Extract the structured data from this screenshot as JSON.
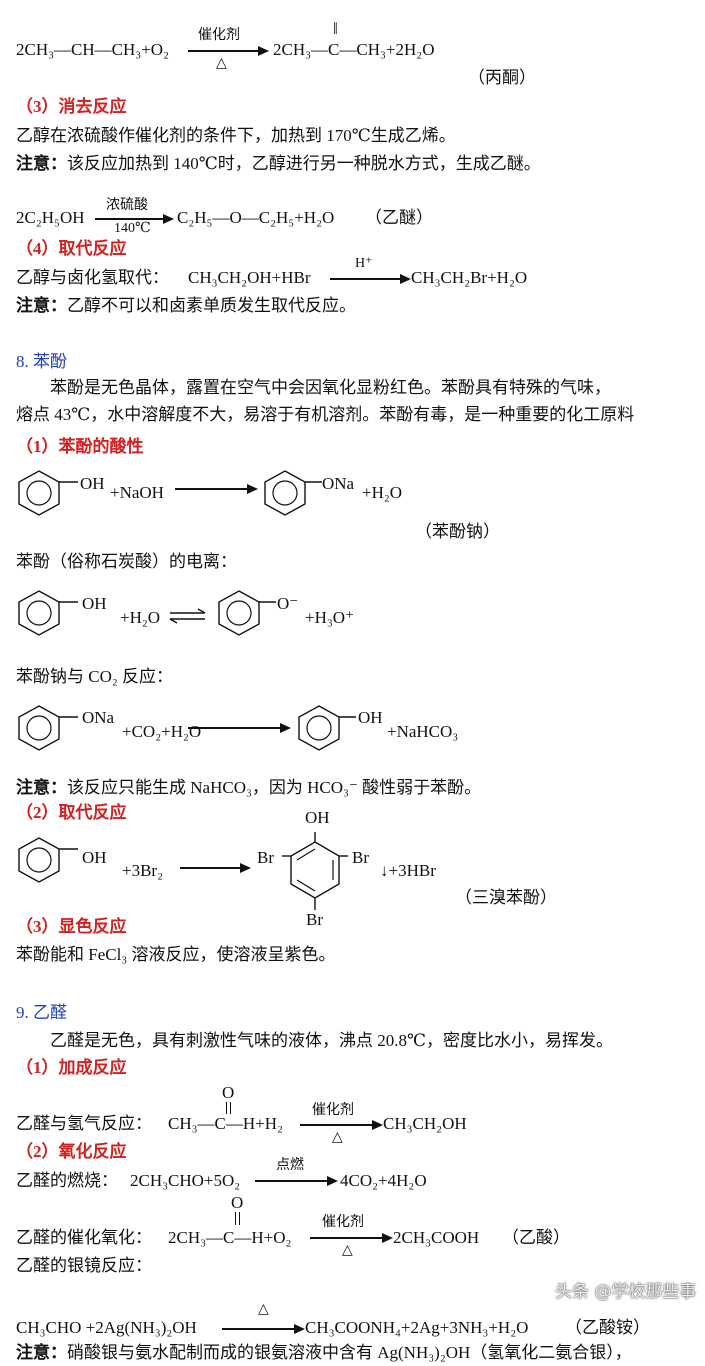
{
  "s7": {
    "eq_oxid": {
      "left": "2CH₃—CH—CH₃+O₂",
      "over": "催化剂",
      "under": "△",
      "dbl": "‖",
      "right": "2CH₃—C—CH₃+2H₂O",
      "name": "（丙酮）"
    },
    "h3": "（3）消去反应",
    "p3": "乙醇在浓硫酸作催化剂的条件下，加热到 170℃生成乙烯。",
    "n3_label": "注意：",
    "n3": "该反应加热到 140℃时，乙醇进行另一种脱水方式，生成乙醚。",
    "eq_ether": {
      "left": "2C₂H₅OH",
      "over": "浓硫酸",
      "under": "140℃",
      "right": "C₂H₅—O—C₂H₅+H₂O",
      "name": "（乙醚）"
    },
    "h4": "（4）取代反应",
    "eq_hbr": {
      "prefix": "乙醇与卤化氢取代：",
      "left": "CH₃CH₂OH+HBr",
      "over": "H⁺",
      "right": "CH₃CH₂Br+H₂O"
    },
    "n4_label": "注意：",
    "n4": "乙醇不可以和卤素单质发生取代反应。"
  },
  "s8": {
    "title": "8. 苯酚",
    "p1": "苯酚是无色晶体，露置在空气中会因氧化显粉红色。苯酚具有特殊的气味，",
    "p2": "熔点 43℃，水中溶解度不大，易溶于有机溶剂。苯酚有毒，是一种重要的化工原料",
    "h1": "（1）苯酚的酸性",
    "eq1": {
      "oh": "OH",
      "plus": "+NaOH",
      "ona": "ONa",
      "water": "+H₂O",
      "name": "（苯酚钠）"
    },
    "ion_label": "苯酚（俗称石炭酸）的电离：",
    "eq2": {
      "oh": "OH",
      "plus": "+H₂O",
      "o": "O⁻",
      "h3o": "+H₃O⁺"
    },
    "co2_label": "苯酚钠与 CO₂ 反应：",
    "eq3": {
      "ona": "ONa",
      "plus": "+CO₂+H₂O",
      "oh": "OH",
      "prod": "+NaHCO₃"
    },
    "n1_label": "注意：",
    "n1": "该反应只能生成 NaHCO₃，因为 HCO₃⁻ 酸性弱于苯酚。",
    "h2": "（2）取代反应",
    "eq4": {
      "oh": "OH",
      "plus": "+3Br₂",
      "p_oh": "OH",
      "br1": "Br",
      "br2": "Br",
      "br3": "Br",
      "tail": "↓+3HBr",
      "name": "（三溴苯酚）"
    },
    "h3": "（3）显色反应",
    "p3": "苯酚能和 FeCl₃ 溶液反应，使溶液呈紫色。"
  },
  "s9": {
    "title": "9. 乙醛",
    "p1": "乙醛是无色，具有刺激性气味的液体，沸点 20.8℃，密度比水小，易挥发。",
    "h1": "（1）加成反应",
    "eq1": {
      "prefix": "乙醛与氢气反应：",
      "o": "O",
      "left": "CH₃—C—H+H₂",
      "over": "催化剂",
      "under": "△",
      "right": "CH₃CH₂OH"
    },
    "h2": "（2）氧化反应",
    "eq2": {
      "prefix": "乙醛的燃烧：",
      "left": "2CH₃CHO+5O₂",
      "over": "点燃",
      "right": "4CO₂+4H₂O"
    },
    "eq3": {
      "prefix": "乙醛的催化氧化：",
      "o": "O",
      "left": "2CH₃—C—H+O₂",
      "over": "催化剂",
      "under": "△",
      "right": "2CH₃COOH",
      "name": "（乙酸）"
    },
    "silver_label": "乙醛的银镜反应：",
    "eq4": {
      "left": "CH₃CHO +2Ag(NH₃)₂OH",
      "over": "△",
      "right": "CH₃COONH₄+2Ag+3NH₃+H₂O",
      "name": "（乙酸铵）"
    },
    "n_label": "注意：",
    "n": "硝酸银与氨水配制而成的银氨溶液中含有 Ag(NH₃)₂OH（氢氧化二氨合银），"
  },
  "watermark": "头条 @学校那些事",
  "colors": {
    "heading": "#d42020",
    "section": "#2040c0"
  }
}
